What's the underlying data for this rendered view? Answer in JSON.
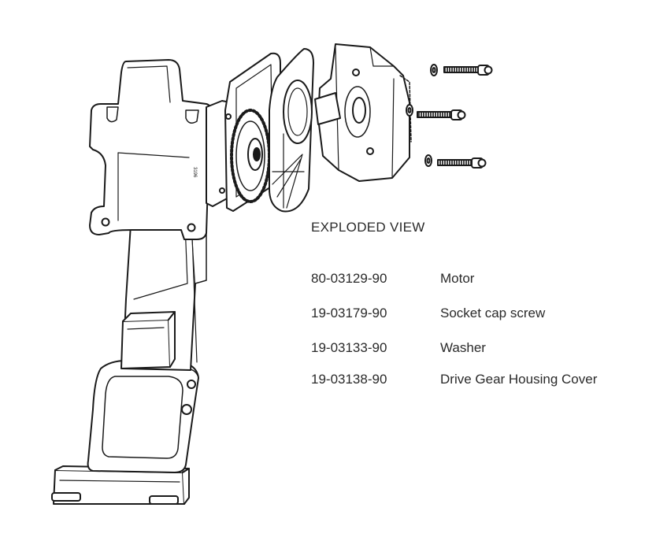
{
  "title": "EXPLODED VIEW",
  "parts": [
    {
      "number": "80-03129-90",
      "description": "Motor"
    },
    {
      "number": "19-03179-90",
      "description": "Socket cap screw"
    },
    {
      "number": "19-03133-90",
      "description": "Washer"
    },
    {
      "number": "19-03138-90",
      "description": "Drive Gear Housing Cover"
    }
  ],
  "arm_marking": "3196"
}
